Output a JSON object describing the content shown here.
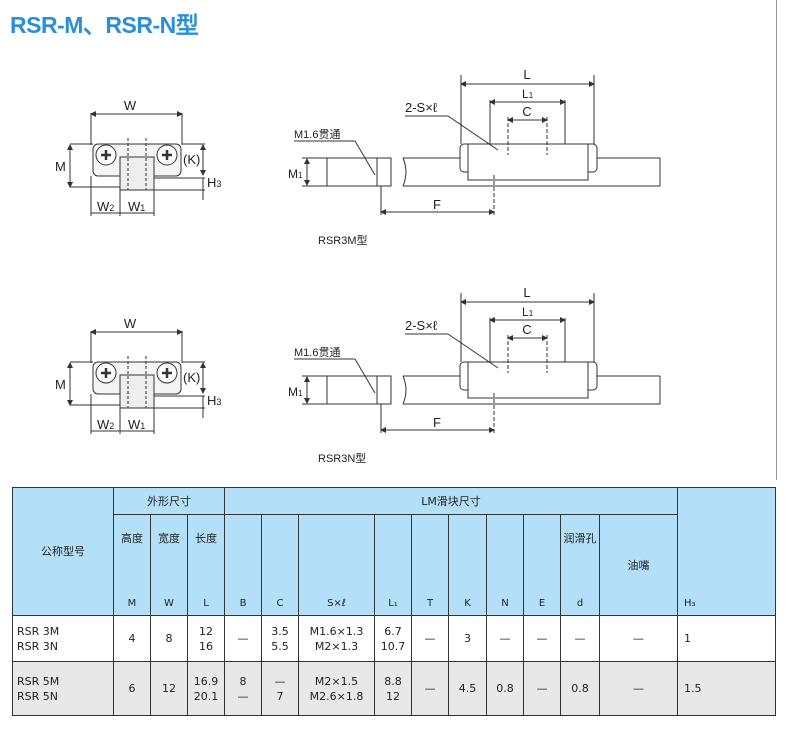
{
  "title": "RSR-M、RSR-N型",
  "diagrams": [
    {
      "caption": "RSR3M型",
      "labels": {
        "W": "W",
        "M": "M",
        "K": "(K)",
        "H3": "H",
        "H3_sub": "3",
        "W2": "W",
        "W2_sub": "2",
        "W1": "W",
        "W1_sub": "1",
        "hole": "M1.6贯通",
        "M1": "M",
        "M1_sub": "1",
        "L": "L",
        "L1": "L",
        "L1_sub": "1",
        "C": "C",
        "S": "2-S×ℓ",
        "F": "F"
      }
    },
    {
      "caption": "RSR3N型",
      "labels": {
        "W": "W",
        "M": "M",
        "K": "(K)",
        "H3": "H",
        "H3_sub": "3",
        "W2": "W",
        "W2_sub": "2",
        "W1": "W",
        "W1_sub": "1",
        "hole": "M1.6贯通",
        "M1": "M",
        "M1_sub": "1",
        "L": "L",
        "L1": "L",
        "L1_sub": "1",
        "C": "C",
        "S": "2-S×ℓ",
        "F": "F"
      }
    }
  ],
  "table": {
    "model_header": "公称型号",
    "group_outer": "外形尺寸",
    "group_block": "LM滑块尺寸",
    "headers": [
      {
        "cn": "高度",
        "sym": "M"
      },
      {
        "cn": "宽度",
        "sym": "W"
      },
      {
        "cn": "长度",
        "sym": "L"
      },
      {
        "cn": "",
        "sym": "B"
      },
      {
        "cn": "",
        "sym": "C"
      },
      {
        "cn": "",
        "sym": "S×ℓ"
      },
      {
        "cn": "",
        "sym": "L₁"
      },
      {
        "cn": "",
        "sym": "T"
      },
      {
        "cn": "",
        "sym": "K"
      },
      {
        "cn": "",
        "sym": "N"
      },
      {
        "cn": "",
        "sym": "E"
      },
      {
        "cn": "润滑孔",
        "sym": "d"
      },
      {
        "cn": "油嘴",
        "sym": ""
      },
      {
        "cn": "",
        "sym": "H₃"
      }
    ],
    "rows": [
      {
        "model": [
          "RSR 3M",
          "RSR 3N"
        ],
        "cells": [
          [
            "4"
          ],
          [
            "8"
          ],
          [
            "12",
            "16"
          ],
          [
            "—"
          ],
          [
            "3.5",
            "5.5"
          ],
          [
            "M1.6×1.3",
            "M2×1.3"
          ],
          [
            "6.7",
            "10.7"
          ],
          [
            "—"
          ],
          [
            "3"
          ],
          [
            "—"
          ],
          [
            "—"
          ],
          [
            "—"
          ],
          [
            "—"
          ],
          [
            "1"
          ]
        ]
      },
      {
        "model": [
          "RSR 5M",
          "RSR 5N"
        ],
        "cells": [
          [
            "6"
          ],
          [
            "12"
          ],
          [
            "16.9",
            "20.1"
          ],
          [
            "8",
            "—"
          ],
          [
            "—",
            "7"
          ],
          [
            "M2×1.5",
            "M2.6×1.8"
          ],
          [
            "8.8",
            "12"
          ],
          [
            "—"
          ],
          [
            "4.5"
          ],
          [
            "0.8"
          ],
          [
            "—"
          ],
          [
            "0.8"
          ],
          [
            "—"
          ],
          [
            "1.5"
          ]
        ]
      }
    ]
  }
}
